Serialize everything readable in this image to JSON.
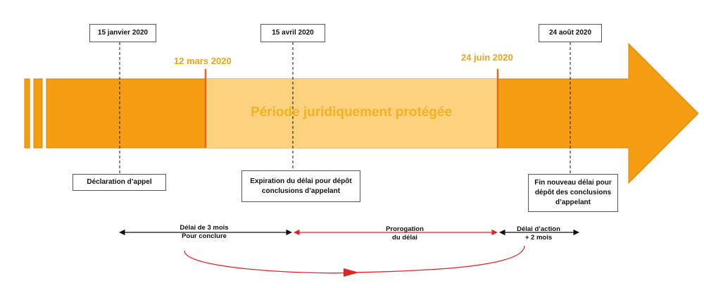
{
  "dates": {
    "jan": "15 janvier 2020",
    "avr": "15 avril 2020",
    "aout": "24 août 2020",
    "mars": "12 mars 2020",
    "juin": "24 juin 2020"
  },
  "period_label": "Période juridiquement protégée",
  "events": {
    "declaration": "Déclaration d’appel",
    "expiration_l1": "Expiration du délai pour dépôt",
    "expiration_l2": "conclusions d’appelant",
    "fin_l1": "Fin nouveau délai pour",
    "fin_l2": "dépôt des conclusions",
    "fin_l3": "d’appelant"
  },
  "spans": {
    "delai_l1": "Délai de 3 mois",
    "delai_l2": "Pour conclure",
    "prorogation_l1": "Prorogation",
    "prorogation_l2": "du délai",
    "action_l1": "Délai d’action",
    "action_l2": "+ 2 mois"
  },
  "colors": {
    "arrow_fill": "#f59d12",
    "arrow_stroke": "#d9860a",
    "period_fill": "#fcd27f",
    "date_text": "#f2a40f",
    "red_marker": "#e8651e",
    "red_arrow": "#e52222"
  }
}
